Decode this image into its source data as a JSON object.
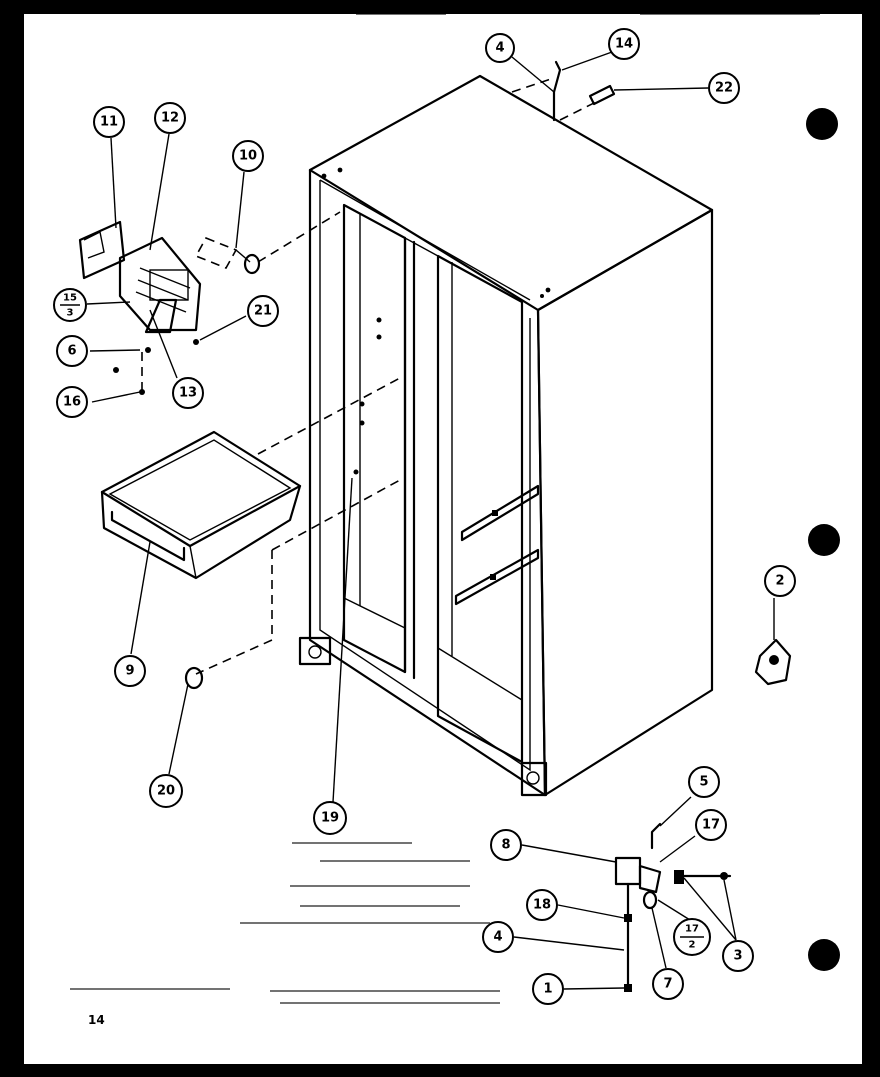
{
  "page": {
    "number": "14"
  },
  "callouts": [
    {
      "id": "c4-top",
      "label": "4"
    },
    {
      "id": "c14",
      "label": "14"
    },
    {
      "id": "c22",
      "label": "22"
    },
    {
      "id": "c11",
      "label": "11"
    },
    {
      "id": "c12",
      "label": "12"
    },
    {
      "id": "c10",
      "label": "10"
    },
    {
      "id": "c15-3",
      "label_top": "15",
      "label_bottom": "3"
    },
    {
      "id": "c21",
      "label": "21"
    },
    {
      "id": "c6",
      "label": "6"
    },
    {
      "id": "c13",
      "label": "13"
    },
    {
      "id": "c16",
      "label": "16"
    },
    {
      "id": "c9",
      "label": "9"
    },
    {
      "id": "c20",
      "label": "20"
    },
    {
      "id": "c19",
      "label": "19"
    },
    {
      "id": "c2-right",
      "label": "2"
    },
    {
      "id": "c5",
      "label": "5"
    },
    {
      "id": "c17",
      "label": "17"
    },
    {
      "id": "c8",
      "label": "8"
    },
    {
      "id": "c18",
      "label": "18"
    },
    {
      "id": "c17-2",
      "label_top": "17",
      "label_bottom": "2"
    },
    {
      "id": "c4-bottom",
      "label": "4"
    },
    {
      "id": "c3",
      "label": "3"
    },
    {
      "id": "c7",
      "label": "7"
    },
    {
      "id": "c1",
      "label": "1"
    }
  ]
}
